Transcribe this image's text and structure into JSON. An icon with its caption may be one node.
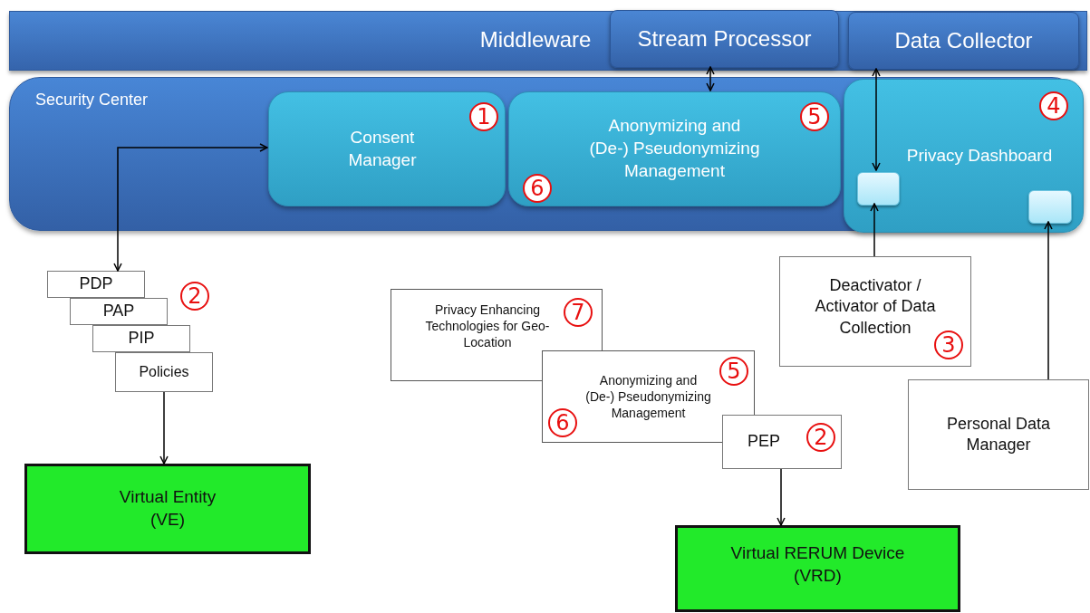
{
  "diagram": {
    "nodes": [
      {
        "text": [
          "Middleware"
        ]
      },
      {
        "text": [
          "Stream Processor"
        ],
        "in": 0
      },
      {
        "text": [
          "Data Collector"
        ],
        "in": 0
      },
      {
        "text": [
          "Security Center"
        ]
      },
      {
        "text": [
          "Consent Manager",
          "1"
        ],
        "in": 3
      },
      {
        "text": [
          "Anonymizing and (De-) Pseudonymizing Management",
          "5",
          "6"
        ],
        "in": 3
      },
      {
        "text": [
          "4",
          "Privacy Dashboard"
        ],
        "in": 3
      },
      {
        "text": [],
        "shape": "box",
        "in": 6
      },
      {
        "text": [],
        "shape": "box",
        "in": 6
      },
      {
        "text": [
          "PDP"
        ]
      },
      {
        "text": [
          "PAP"
        ]
      },
      {
        "text": [
          "PIP"
        ]
      },
      {
        "text": [
          "Policies"
        ]
      },
      {
        "text": [
          "Virtual Entity (VE)"
        ]
      },
      {
        "text": [
          "Privacy Enhancing Technologies for Geo-Location",
          "7"
        ]
      },
      {
        "text": [
          "Anonymizing and (De-) Pseudonymizing Management",
          "5",
          "6"
        ]
      },
      {
        "text": [
          "PEP",
          "2"
        ]
      },
      {
        "text": [
          "Deactivator / Activator of Data Collection",
          "3"
        ]
      },
      {
        "text": [
          "Personal Data Manager"
        ]
      },
      {
        "text": [
          "Virtual RERUM Device (VRD)"
        ]
      }
    ],
    "edges": [
      {
        "from": 4,
        "to": 9,
        "arrow": "both"
      },
      {
        "from": 1,
        "to": 5,
        "arrow": "both"
      },
      {
        "from": 2,
        "to": 7,
        "arrow": "both"
      },
      {
        "from": 17,
        "to": 7,
        "arrow": "to"
      },
      {
        "from": 18,
        "to": 8,
        "arrow": "to"
      },
      {
        "from": 12,
        "to": 13,
        "arrow": "to"
      },
      {
        "from": 16,
        "to": 19,
        "arrow": "to"
      }
    ],
    "labels": [
      "2"
    ]
  }
}
